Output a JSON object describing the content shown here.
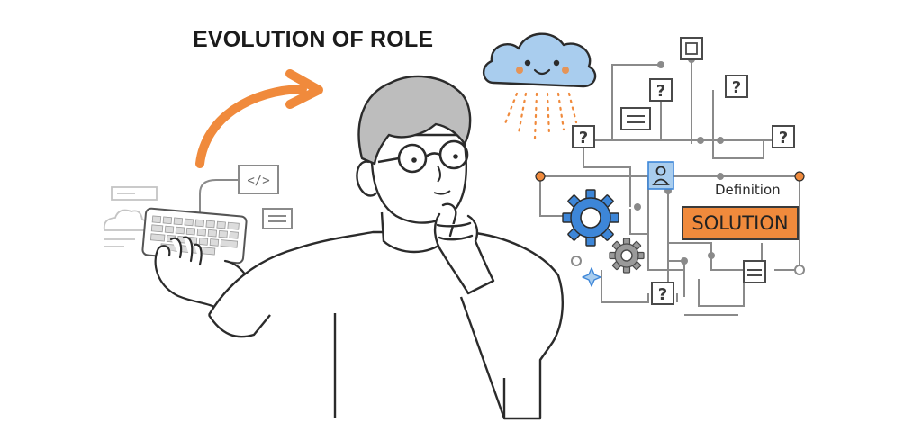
{
  "header": {
    "title": "EVOLUTION OF ROLE"
  },
  "diagram": {
    "definition_label": "Definition",
    "solution_label": "SOLUTION",
    "code_icon_text": "</>",
    "question_mark": "?"
  },
  "colors": {
    "accent_orange": "#f08a3c",
    "cloud_blue": "#a9cdee",
    "gear_blue": "#3d86d8",
    "line_gray": "#8a8a8a",
    "ink": "#2b2b2b"
  },
  "icons": [
    "cloud-icon",
    "keyboard-icon",
    "code-icon",
    "gear-icon",
    "user-icon",
    "question-icon",
    "document-icon",
    "sparkle-icon",
    "arrow-icon"
  ]
}
